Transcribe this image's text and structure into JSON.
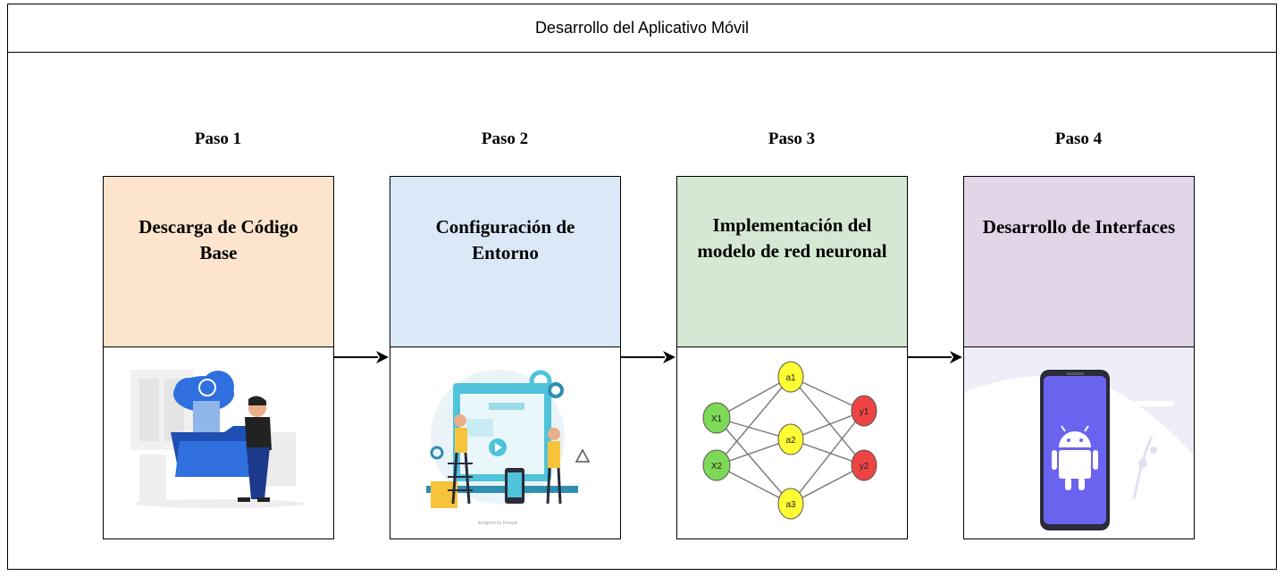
{
  "title": "Desarrollo del Aplicativo Móvil",
  "steps": [
    {
      "label": "Paso 1",
      "text": "Descarga de Código Base",
      "color": "#fde5cd",
      "icon": "folder-upload-illustration"
    },
    {
      "label": "Paso 2",
      "text": "Configuración de Entorno",
      "color": "#dbe8f8",
      "icon": "environment-setup-illustration"
    },
    {
      "label": "Paso 3",
      "text": "Implementación del modelo de red neuronal",
      "color": "#d5e8d4",
      "icon": "neural-network-diagram"
    },
    {
      "label": "Paso 4",
      "text": "Desarrollo de Interfaces",
      "color": "#e1d5e7",
      "icon": "android-phone-illustration"
    }
  ],
  "network": {
    "inputs": [
      "X1",
      "X2"
    ],
    "hidden": [
      "a1",
      "a2",
      "a3"
    ],
    "outputs": [
      "y1",
      "y2"
    ],
    "colors": {
      "input": "#7ed957",
      "hidden": "#ffff33",
      "output": "#ee4444"
    }
  },
  "watermark": "designed by Freepik"
}
